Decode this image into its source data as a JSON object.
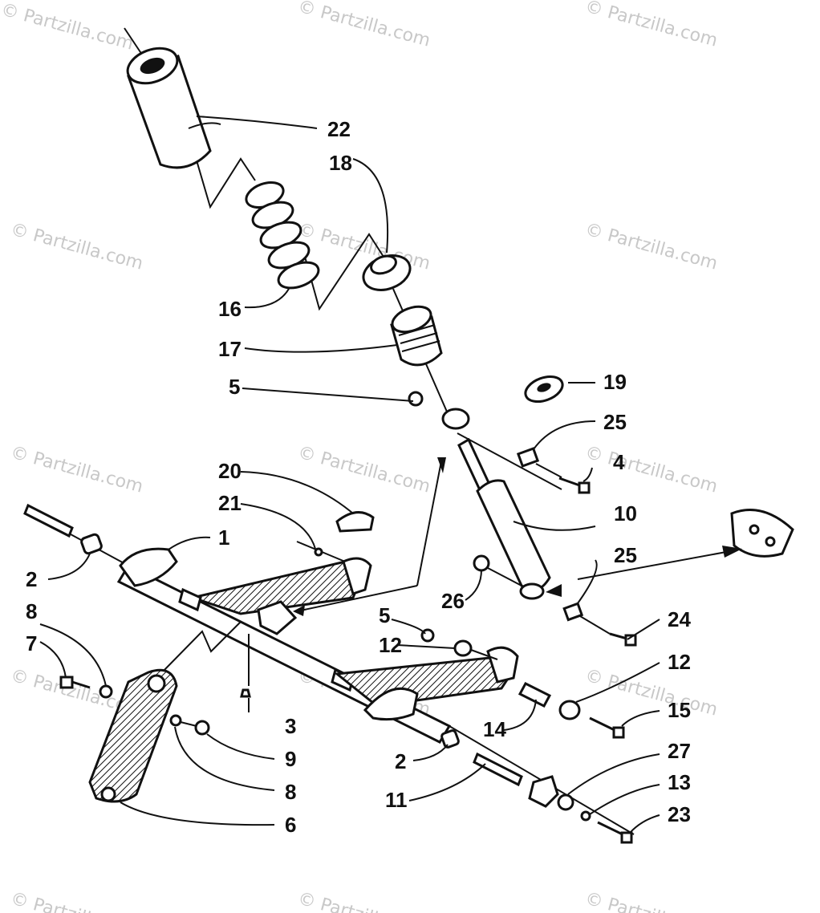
{
  "watermark": "© Partzilla.com",
  "callouts": [
    "22",
    "18",
    "16",
    "17",
    "5",
    "19",
    "25",
    "4",
    "20",
    "21",
    "1",
    "10",
    "2",
    "25",
    "8",
    "26",
    "5",
    "24",
    "12",
    "7",
    "12",
    "3",
    "15",
    "9",
    "14",
    "2",
    "27",
    "8",
    "11",
    "13",
    "6",
    "23"
  ]
}
